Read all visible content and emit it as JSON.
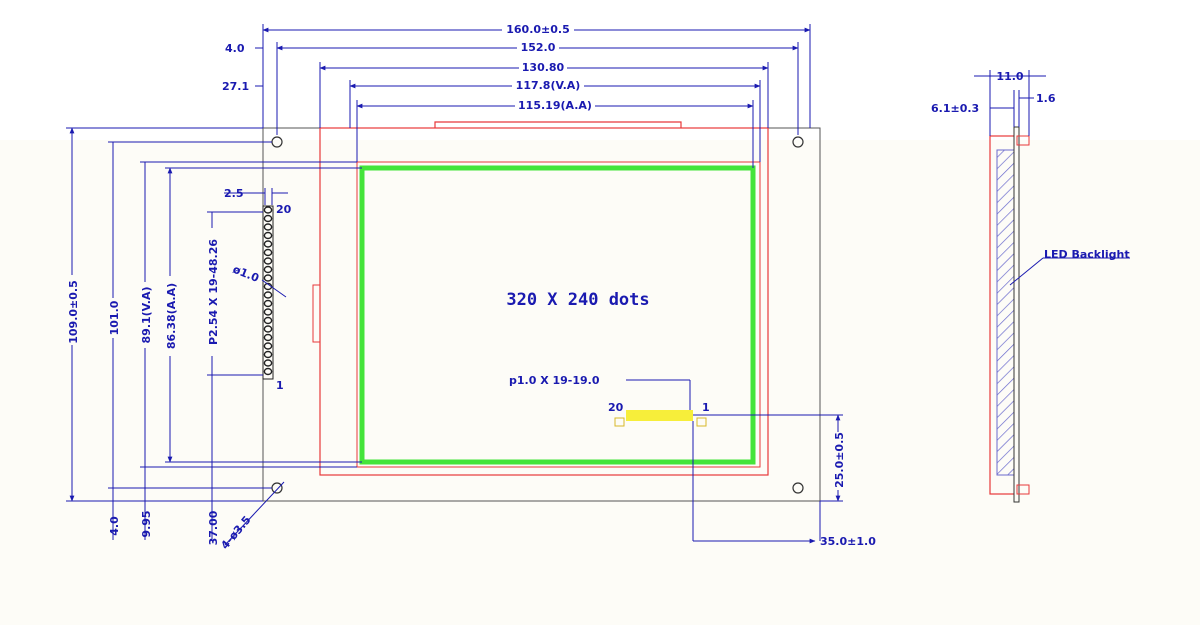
{
  "colors": {
    "background": "#fdfcf7",
    "outline": "#555555",
    "dimension": "#1a1ab0",
    "bezel": "#e8383a",
    "active_area": "#44e43a",
    "fpc": "#f7ee3a",
    "hatch": "#6a6acd"
  },
  "front_view": {
    "top_dims": {
      "overall_width": "160.0±0.5",
      "hole_pitch": "152.0",
      "bezel_width": "130.80",
      "viewing_area": "117.8(V.A)",
      "active_area": "115.19(A.A)",
      "hole_offset": "4.0",
      "va_offset": "27.1"
    },
    "left_dims": {
      "overall_height": "109.0±0.5",
      "hole_pitch_v": "101.0",
      "va_height": "89.1(V.A)",
      "aa_height": "86.38(A.A)",
      "pin_pitch_span": "P2.54 X 19-48.26",
      "pin_hole_diameter": "ø1.0",
      "pin_row_offset": "2.5"
    },
    "bottom_dims": {
      "hole_offset_v": "4.0",
      "va_offset_v": "9.95",
      "pin_offset": "37.00",
      "hole_diameter": "4-ø3.5"
    },
    "right_dims": {
      "fpc_offset_v": "25.0±0.5",
      "fpc_offset_h": "35.0±1.0"
    },
    "resolution_label": "320 X 240 dots",
    "fpc_label": "p1.0 X 19-19.0",
    "fpc_pin_left": "20",
    "fpc_pin_right": "1",
    "header_pin_top": "20",
    "header_pin_bottom": "1"
  },
  "side_view": {
    "total_thickness": "11.0",
    "module_thickness": "6.1±0.3",
    "pcb_thickness": "1.6",
    "backlight_label": "LED Backlight"
  }
}
